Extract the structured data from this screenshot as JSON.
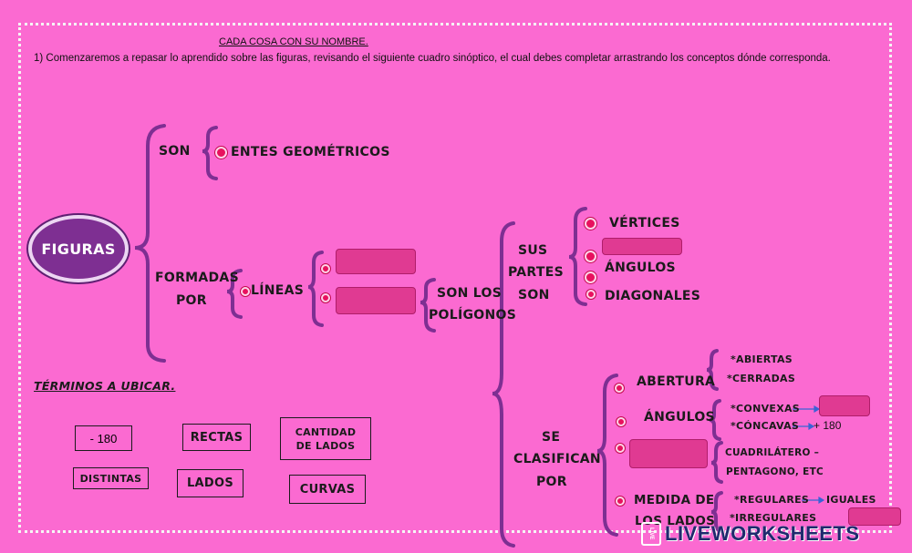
{
  "header": {
    "title": "CADA COSA CON SU NOMBRE.",
    "instruction": "1)  Comenzaremos a  repasar lo aprendido sobre las figuras, revisando el siguiente cuadro sinóptico, el cual debes completar arrastrando los conceptos dónde corresponda."
  },
  "map": {
    "root": "FIGURAS",
    "son": "SON",
    "entes": "ENTES GEOMÉTRICOS",
    "formadas": "FORMADAS",
    "por": "POR",
    "lineas": "LÍNEAS",
    "son_los": "SON LOS",
    "poligonos": "POLÍGONOS",
    "sus": "SUS",
    "partes": "PARTES",
    "son2": "SON",
    "vertices": "VÉRTICES",
    "angulos_part": "ÁNGULOS",
    "diagonales": "DIAGONALES",
    "se": "SE",
    "clasifican": "CLASIFICAN",
    "por2": "POR",
    "abertura": "ABERTURA",
    "abiertas": "*ABIERTAS",
    "cerradas": "*CERRADAS",
    "angulos_class": "ÁNGULOS",
    "convexas": "*CONVEXAS",
    "concavas": "*CÓNCAVAS",
    "plus180": "+  180",
    "cuadrilatero": "CUADRILÁTERO –",
    "pentagono": "PENTAGONO,  ETC",
    "medida": "MEDIDA DE",
    "los_lados": "LOS LADOS",
    "regulares": "*REGULARES",
    "iguales": "IGUALES",
    "irregulares": "*IRREGULARES"
  },
  "terms": {
    "heading": "TÉRMINOS A UBICAR.",
    "items": [
      "-  180",
      "RECTAS",
      "CANTIDAD DE LADOS",
      "DISTINTAS",
      "LADOS",
      "CURVAS"
    ]
  },
  "watermark": {
    "text": "LIVEWORKSHEETS",
    "mark": "LIVE"
  },
  "colors": {
    "background": "#fb6ad1",
    "bracket": "#7e2f92",
    "drop_zone": "#e03a92",
    "bullet": "#e8115e",
    "arrow": "#3b63d6"
  }
}
